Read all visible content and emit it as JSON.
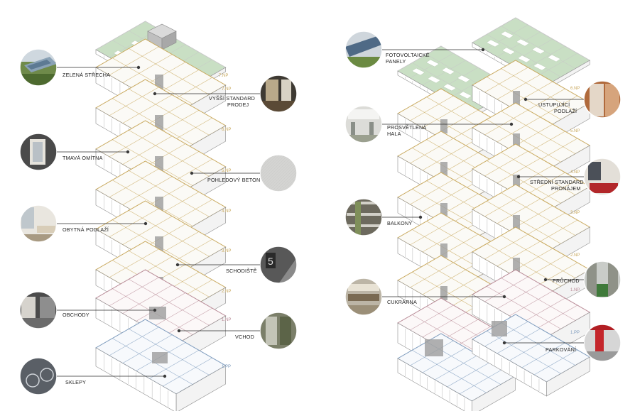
{
  "colors": {
    "residential_outline": "#c9a95e",
    "retail_outline": "#b88a96",
    "basement_outline": "#7d9bbd",
    "structure_gray": "#9c9c9c",
    "green_roof": "#c9dfc4",
    "leader_line": "#2b2b2b"
  },
  "left_building": {
    "floors": [
      {
        "tag": "7.NP",
        "type": "roof"
      },
      {
        "tag": "7.NP",
        "type": "residential"
      },
      {
        "tag": "6.NP",
        "type": "residential"
      },
      {
        "tag": "5.NP",
        "type": "residential"
      },
      {
        "tag": "4.NP",
        "type": "residential"
      },
      {
        "tag": "3.NP",
        "type": "residential"
      },
      {
        "tag": "2.NP",
        "type": "residential"
      },
      {
        "tag": "1.NP",
        "type": "retail"
      },
      {
        "tag": "1.PP",
        "type": "basement"
      }
    ],
    "callouts": [
      {
        "id": "zelena-strecha",
        "lines": [
          "ZELENÁ STŘECHA"
        ],
        "side": "left",
        "thumb": "green-roof-photo"
      },
      {
        "id": "vyssi-standard",
        "lines": [
          "VYŠŠÍ  STANDARD",
          "PRODEJ"
        ],
        "side": "right",
        "thumb": "interior-photo"
      },
      {
        "id": "tmava-omitna",
        "lines": [
          "TMAVÁ OMÍTNA"
        ],
        "side": "left",
        "thumb": "window-photo"
      },
      {
        "id": "pohledovy-beton",
        "lines": [
          "POHLEDOVÝ BETON"
        ],
        "side": "right",
        "thumb": "concrete-texture"
      },
      {
        "id": "obytna-podlazi",
        "lines": [
          "OBYTNÁ PODLAŽÍ"
        ],
        "side": "left",
        "thumb": "living-room-photo"
      },
      {
        "id": "schodiste",
        "lines": [
          "SCHODIŠTĚ"
        ],
        "side": "right",
        "thumb": "staircase-photo"
      },
      {
        "id": "obchody",
        "lines": [
          "OBCHODY"
        ],
        "side": "left",
        "thumb": "shop-photo"
      },
      {
        "id": "vchod",
        "lines": [
          "VCHOD"
        ],
        "side": "right",
        "thumb": "entrance-photo"
      },
      {
        "id": "sklepy",
        "lines": [
          "SKLEPY"
        ],
        "side": "left",
        "thumb": "bicycle-storage-photo"
      }
    ]
  },
  "right_building": {
    "floors": [
      {
        "tag": "6.NP",
        "type": "residential"
      },
      {
        "tag": "5.NP",
        "type": "residential"
      },
      {
        "tag": "4.NP",
        "type": "residential"
      },
      {
        "tag": "3.NP",
        "type": "residential"
      },
      {
        "tag": "2.NP",
        "type": "residential"
      },
      {
        "tag": "1.NP",
        "type": "retail"
      },
      {
        "tag": "1.PP",
        "type": "basement"
      }
    ],
    "callouts": [
      {
        "id": "fotovoltaicke-panely",
        "lines": [
          "FOTOVOLTAICKÉ",
          "PANELY"
        ],
        "side": "left",
        "thumb": "solar-panels-photo"
      },
      {
        "id": "ustupujici-podlazi",
        "lines": [
          "USTUPUJÍCÍ",
          "PODLAŽÍ"
        ],
        "side": "right",
        "thumb": "terrace-photo"
      },
      {
        "id": "prosvetlena-hala",
        "lines": [
          "PROSVĚTLENÁ",
          "HALA"
        ],
        "side": "left",
        "thumb": "hall-photo"
      },
      {
        "id": "stredni-standard",
        "lines": [
          "STŘEDNÍ STANDARD",
          "PRONÁJEM"
        ],
        "side": "right",
        "thumb": "rental-interior-photo"
      },
      {
        "id": "balkony",
        "lines": [
          "BALKONY"
        ],
        "side": "left",
        "thumb": "balcony-photo"
      },
      {
        "id": "pruchod",
        "lines": [
          "PRŮCHOD"
        ],
        "side": "right",
        "thumb": "passage-photo"
      },
      {
        "id": "cukrarna",
        "lines": [
          "CUKRÁRNA"
        ],
        "side": "left",
        "thumb": "cafe-photo"
      },
      {
        "id": "parkovani",
        "lines": [
          "PARKOVÁNÍ"
        ],
        "side": "right",
        "thumb": "parking-photo"
      }
    ]
  }
}
